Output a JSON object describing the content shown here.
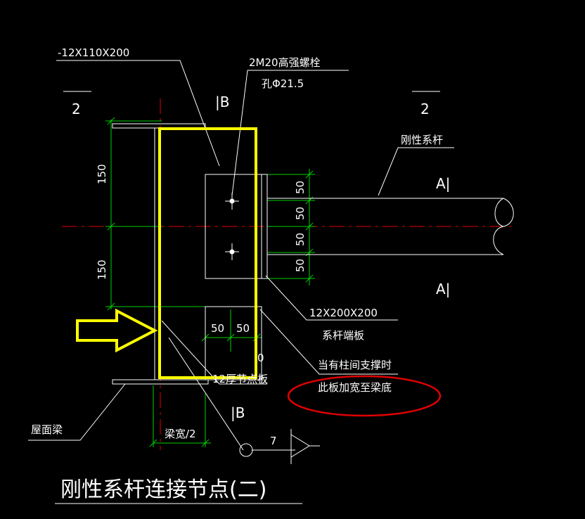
{
  "labels": {
    "top_plate": "-12X110X200",
    "bolts": "2M20高强螺栓",
    "hole": "孔Φ21.5",
    "section_b_top": "|B",
    "section_b_bottom": "|B",
    "section_a_top": "A|",
    "section_a_bottom": "A|",
    "section_2_left": "2",
    "section_2_right": "2",
    "rigid_rod": "刚性系杆",
    "end_plate_size": "12X200X200",
    "end_plate_name": "系杆端板",
    "note_line1": "当有柱间支撑时",
    "note_line2": "此板加宽至梁底",
    "gusset": "12厚节点板",
    "roof_beam": "屋面梁",
    "half_beam_width": "梁宽/2",
    "detail_ref": "7",
    "dim_150_top": "150",
    "dim_150_bottom": "150",
    "dim_50_a": "50",
    "dim_50_b": "50",
    "dim_50_c": "50",
    "dim_50_d": "50",
    "dim_50_h1": "50",
    "dim_50_h2": "50",
    "dim_cut": "0",
    "title": "刚性系杆连接节点(二)"
  },
  "colors": {
    "background": "#000000",
    "line": "#ffffff",
    "dimension": "#00d000",
    "centerline": "#e00000",
    "highlight_box": "#ffff00",
    "highlight_ellipse": "#e00000",
    "arrow": "#ffff00"
  }
}
